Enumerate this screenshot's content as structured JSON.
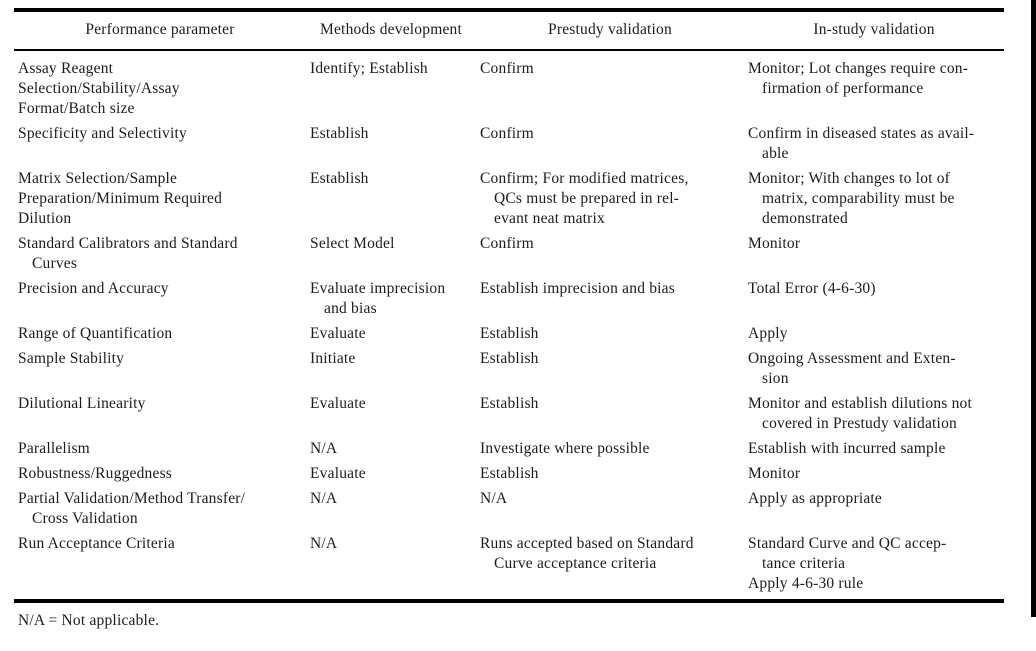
{
  "page": {
    "background_color": "#ffffff",
    "scan_border_color": "#000000"
  },
  "table": {
    "columns": [
      "Performance parameter",
      "Methods development",
      "Prestudy validation",
      "In-study validation"
    ],
    "column_keys": [
      "performance-parameter",
      "methods-development",
      "prestudy-validation",
      "in-study-validation"
    ],
    "rows": [
      {
        "cells": [
          [
            [
              "Assay Reagent"
            ],
            [
              "Selection/Stability/Assay"
            ],
            [
              "Format/Batch size"
            ]
          ],
          [
            [
              "Identify; Establish"
            ]
          ],
          [
            [
              "Confirm"
            ]
          ],
          [
            [
              "Monitor; Lot changes require con-",
              "firmation of performance"
            ]
          ]
        ]
      },
      {
        "cells": [
          [
            [
              "Specificity and Selectivity"
            ]
          ],
          [
            [
              "Establish"
            ]
          ],
          [
            [
              "Confirm"
            ]
          ],
          [
            [
              "Confirm in diseased states as avail-",
              "able"
            ]
          ]
        ]
      },
      {
        "cells": [
          [
            [
              "Matrix Selection/Sample"
            ],
            [
              "Preparation/Minimum Required"
            ],
            [
              "Dilution"
            ]
          ],
          [
            [
              "Establish"
            ]
          ],
          [
            [
              "Confirm; For modified matrices,",
              "QCs must be prepared in rel-",
              "evant neat matrix"
            ]
          ],
          [
            [
              "Monitor; With changes to lot of",
              "matrix, comparability must be",
              "demonstrated"
            ]
          ]
        ]
      },
      {
        "cells": [
          [
            [
              "Standard Calibrators and Standard",
              "Curves"
            ]
          ],
          [
            [
              "Select Model"
            ]
          ],
          [
            [
              "Confirm"
            ]
          ],
          [
            [
              "Monitor"
            ]
          ]
        ]
      },
      {
        "cells": [
          [
            [
              "Precision and Accuracy"
            ]
          ],
          [
            [
              "Evaluate imprecision",
              "and bias"
            ]
          ],
          [
            [
              "Establish imprecision and bias"
            ]
          ],
          [
            [
              "Total Error (4-6-30)"
            ]
          ]
        ]
      },
      {
        "cells": [
          [
            [
              "Range of Quantification"
            ]
          ],
          [
            [
              "Evaluate"
            ]
          ],
          [
            [
              "Establish"
            ]
          ],
          [
            [
              "Apply"
            ]
          ]
        ]
      },
      {
        "cells": [
          [
            [
              "Sample Stability"
            ]
          ],
          [
            [
              "Initiate"
            ]
          ],
          [
            [
              "Establish"
            ]
          ],
          [
            [
              "Ongoing Assessment and Exten-",
              "sion"
            ]
          ]
        ]
      },
      {
        "cells": [
          [
            [
              "Dilutional Linearity"
            ]
          ],
          [
            [
              "Evaluate"
            ]
          ],
          [
            [
              "Establish"
            ]
          ],
          [
            [
              "Monitor and establish dilutions not",
              "covered in Prestudy validation"
            ]
          ]
        ]
      },
      {
        "cells": [
          [
            [
              "Parallelism"
            ]
          ],
          [
            [
              "N/A"
            ]
          ],
          [
            [
              "Investigate where possible"
            ]
          ],
          [
            [
              "Establish with incurred sample"
            ]
          ]
        ]
      },
      {
        "cells": [
          [
            [
              "Robustness/Ruggedness"
            ]
          ],
          [
            [
              "Evaluate"
            ]
          ],
          [
            [
              "Establish"
            ]
          ],
          [
            [
              "Monitor"
            ]
          ]
        ]
      },
      {
        "cells": [
          [
            [
              "Partial Validation/Method Transfer/",
              "Cross Validation"
            ]
          ],
          [
            [
              "N/A"
            ]
          ],
          [
            [
              "N/A"
            ]
          ],
          [
            [
              "Apply as appropriate"
            ]
          ]
        ]
      },
      {
        "cells": [
          [
            [
              "Run Acceptance Criteria"
            ]
          ],
          [
            [
              "N/A"
            ]
          ],
          [
            [
              "Runs accepted based on Standard",
              "Curve acceptance criteria"
            ]
          ],
          [
            [
              "Standard Curve and QC accep-",
              "tance criteria"
            ],
            [
              "Apply 4-6-30 rule"
            ]
          ]
        ]
      }
    ],
    "footnote": "N/A = Not applicable."
  }
}
